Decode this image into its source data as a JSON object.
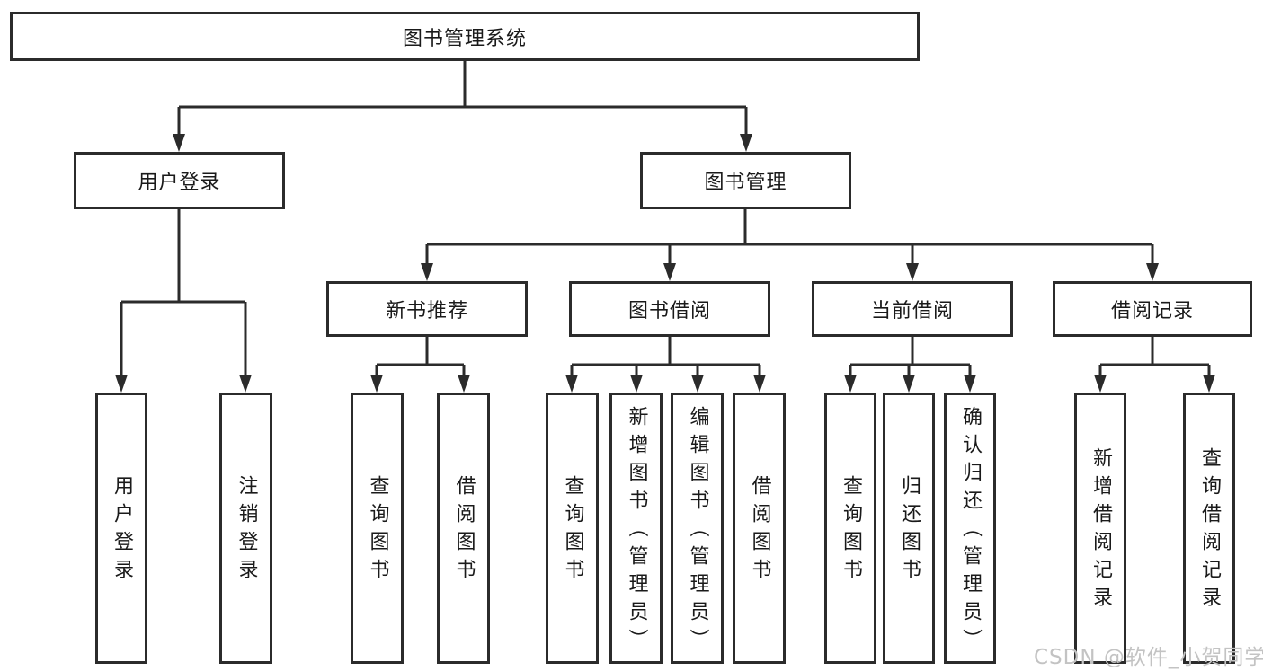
{
  "diagram": {
    "root_label": "图书管理系统",
    "level2": [
      {
        "label": "用户登录",
        "children": [
          "用户登录",
          "注销登录"
        ]
      },
      {
        "label": "图书管理"
      }
    ],
    "level3": [
      {
        "label": "新书推荐",
        "children": [
          "查询图书",
          "借阅图书"
        ]
      },
      {
        "label": "图书借阅",
        "children": [
          "查询图书",
          "新增图书（管理员）",
          "编辑图书（管理员）",
          "借阅图书"
        ]
      },
      {
        "label": "当前借阅",
        "children": [
          "查询图书",
          "归还图书",
          "确认归还（管理员）"
        ]
      },
      {
        "label": "借阅记录",
        "children": [
          "新增借阅记录",
          "查询借阅记录"
        ]
      }
    ]
  },
  "watermark": {
    "text": "CSDN @软件_小贺同学"
  },
  "colors": {
    "line": "#2b2b2b",
    "text": "#1a1a1a",
    "watermark": "#c3c3c3",
    "background": "#ffffff"
  }
}
